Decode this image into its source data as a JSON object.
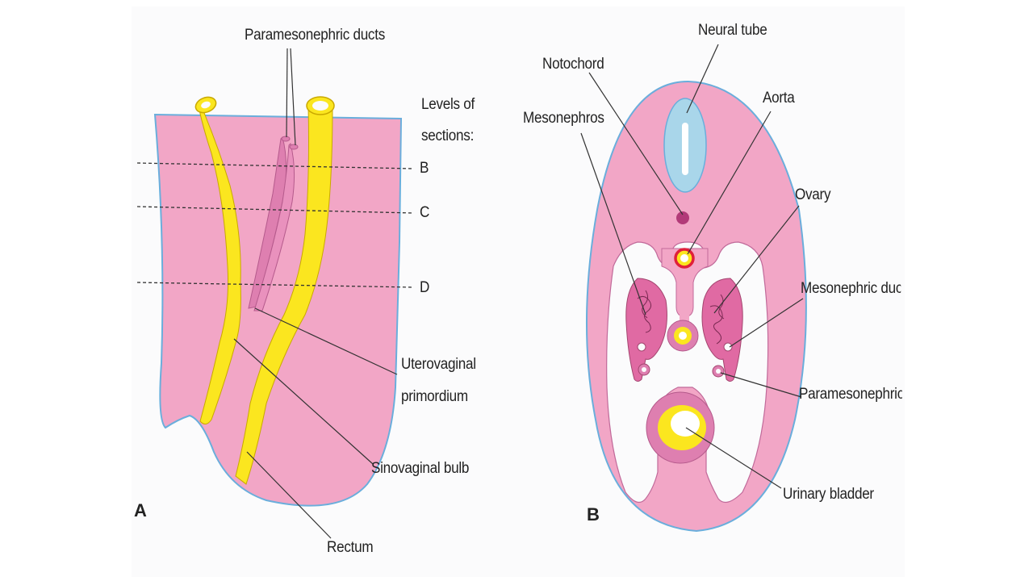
{
  "panel_a": {
    "letter": "A",
    "labels": {
      "paramesonephric_ducts": "Paramesonephric ducts",
      "levels_line1": "Levels of",
      "levels_line2": "sections:",
      "level_b": "B",
      "level_c": "C",
      "level_d": "D",
      "uterovaginal_line1": "Uterovaginal",
      "uterovaginal_line2": "primordium",
      "sinovaginal_bulb": "Sinovaginal bulb",
      "rectum": "Rectum"
    }
  },
  "panel_b": {
    "letter": "B",
    "labels": {
      "neural_tube": "Neural tube",
      "notochord": "Notochord",
      "aorta": "Aorta",
      "mesonephros": "Mesonephros",
      "ovary": "Ovary",
      "mesonephric_duct": "Mesonephric duct",
      "paramesonephric_duct": "Paramesonephric duct",
      "urinary_bladder": "Urinary bladder"
    }
  },
  "colors": {
    "tissue_pink": "#f2a6c6",
    "deep_pink": "#de7fb0",
    "duct_yellow": "#fbe61f",
    "neural_blue": "#a9d6ea",
    "outline_blue": "#6aaedc",
    "aorta_red": "#e0203a"
  }
}
